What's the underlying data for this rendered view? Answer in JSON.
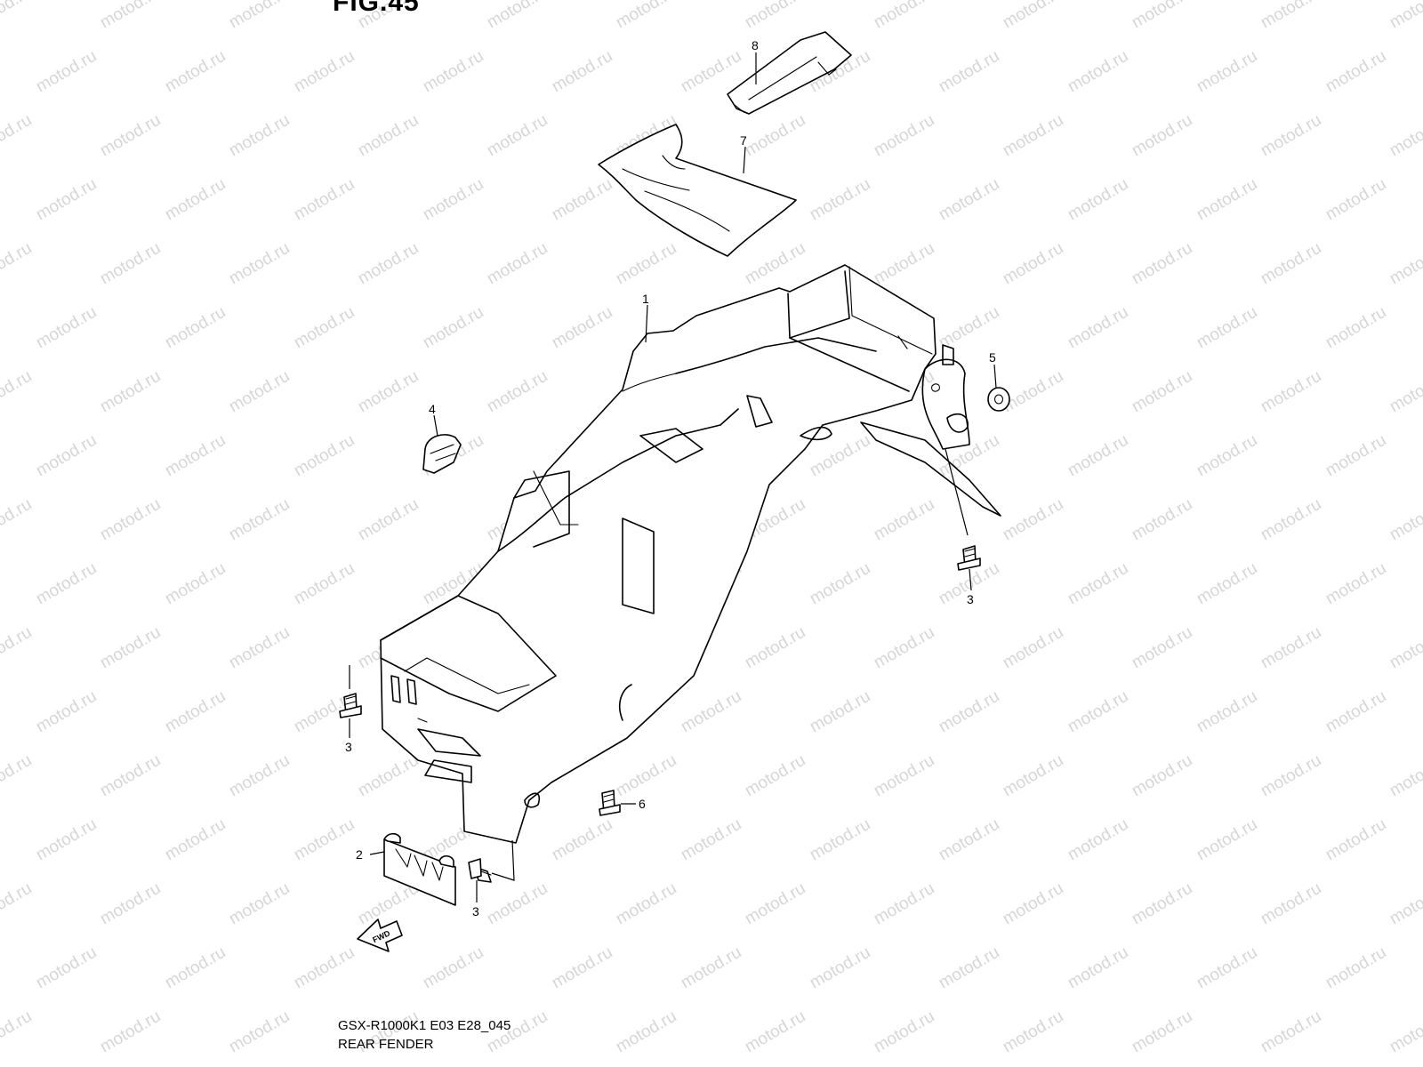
{
  "figure": {
    "title": "FIG.45",
    "model_code": "GSX-R1000K1 E03 E28_045",
    "part_name": "REAR FENDER"
  },
  "watermark": {
    "text": "motod.ru",
    "color": "#d6d6d6"
  },
  "fwd_label": "FWD",
  "callouts": [
    {
      "id": "c8",
      "label": "8"
    },
    {
      "id": "c7",
      "label": "7"
    },
    {
      "id": "c1",
      "label": "1"
    },
    {
      "id": "c5",
      "label": "5"
    },
    {
      "id": "c4",
      "label": "4"
    },
    {
      "id": "c3a",
      "label": "3"
    },
    {
      "id": "c3b",
      "label": "3"
    },
    {
      "id": "c6",
      "label": "6"
    },
    {
      "id": "c2",
      "label": "2"
    },
    {
      "id": "c3c",
      "label": "3"
    }
  ]
}
